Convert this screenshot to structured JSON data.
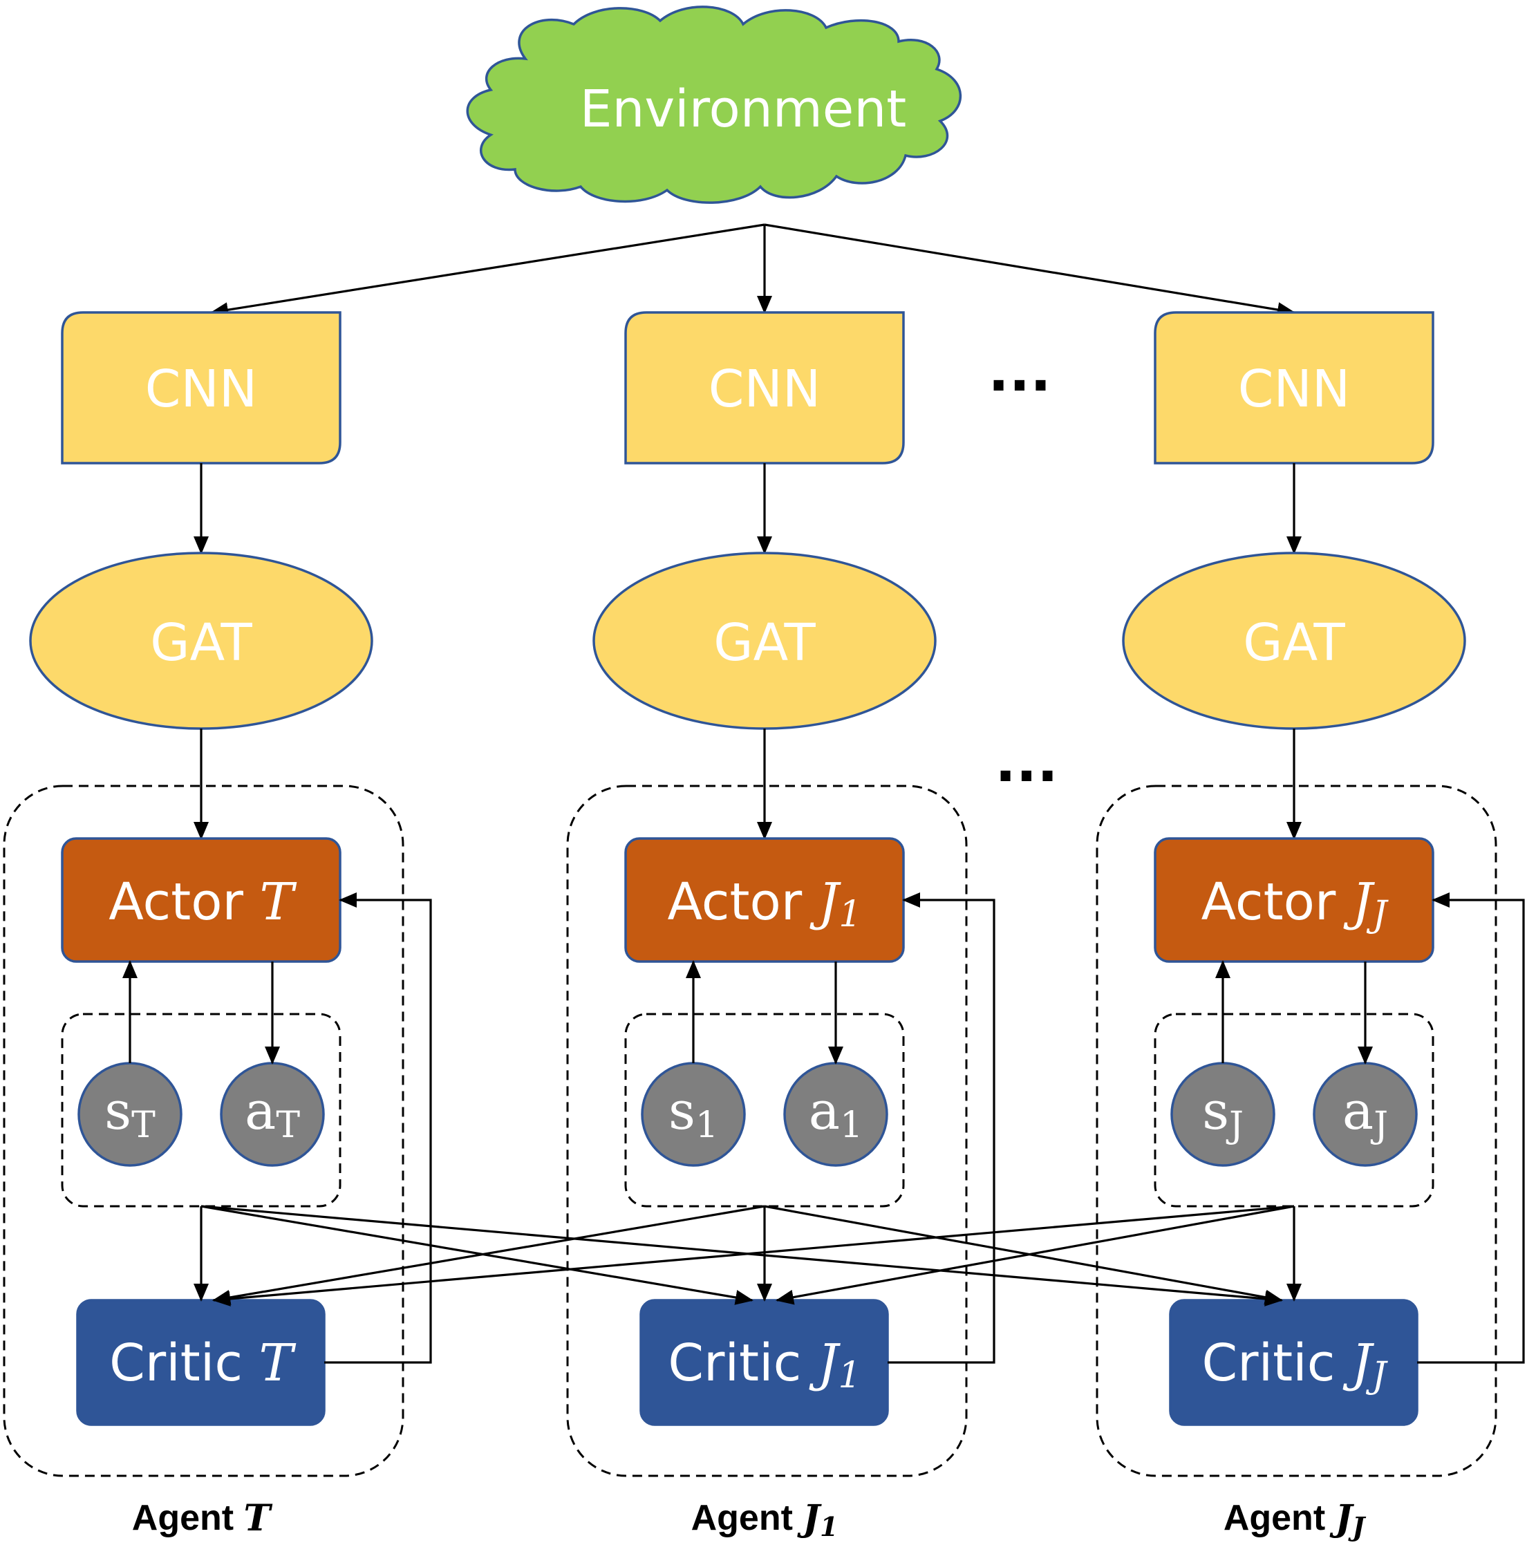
{
  "environment": {
    "label": "Environment"
  },
  "colors": {
    "cloud": "#92d050",
    "yellow": "#fdd96a",
    "actor": "#c55a11",
    "critic": "#2f5597",
    "circle": "#7f7f7f",
    "border": "#2f5597"
  },
  "ellipsis": "...",
  "agents": [
    {
      "cnn": "CNN",
      "gat": "GAT",
      "actor": {
        "prefix": "Actor ",
        "sym": "T",
        "sub": ""
      },
      "critic": {
        "prefix": "Critic ",
        "sym": "T",
        "sub": ""
      },
      "state": {
        "base": "s",
        "sub": "T"
      },
      "action": {
        "base": "a",
        "sub": "T"
      },
      "label": {
        "prefix": "Agent ",
        "sym": "T",
        "sub": ""
      }
    },
    {
      "cnn": "CNN",
      "gat": "GAT",
      "actor": {
        "prefix": "Actor ",
        "sym": "J",
        "sub": "1"
      },
      "critic": {
        "prefix": "Critic ",
        "sym": "J",
        "sub": "1"
      },
      "state": {
        "base": "s",
        "sub": "1"
      },
      "action": {
        "base": "a",
        "sub": "1"
      },
      "label": {
        "prefix": "Agent ",
        "sym": "J",
        "sub": "1"
      }
    },
    {
      "cnn": "CNN",
      "gat": "GAT",
      "actor": {
        "prefix": "Actor ",
        "sym": "J",
        "sub": "J"
      },
      "critic": {
        "prefix": "Critic ",
        "sym": "J",
        "sub": "J"
      },
      "state": {
        "base": "s",
        "sub": "J"
      },
      "action": {
        "base": "a",
        "sub": "J"
      },
      "label": {
        "prefix": "Agent ",
        "sym": "J",
        "sub": "J"
      }
    }
  ]
}
